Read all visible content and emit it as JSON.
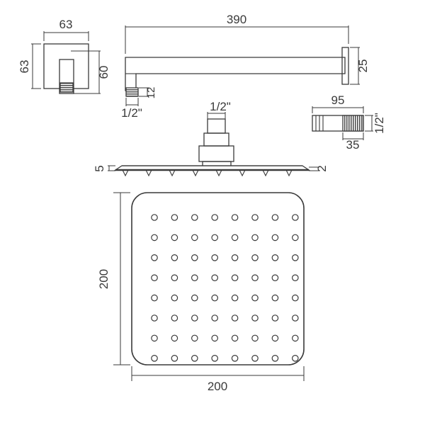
{
  "drawing": {
    "title": "Square Shower Head and Wall Arm Technical Drawing",
    "units": "mm",
    "line_color": "#3a3a3a",
    "thread_color": "#5a5a5a",
    "background": "#ffffff"
  },
  "views": {
    "wall_plate": {
      "name": "wall-plate-side-view",
      "dimensions": {
        "width": "63",
        "height": "63",
        "depth": "60"
      }
    },
    "shower_arm": {
      "name": "shower-arm-side-view",
      "dimensions": {
        "length": "390",
        "flange": "25",
        "drop_leg": "12",
        "thread": "1/2\""
      }
    },
    "connector": {
      "name": "threaded-connector-view",
      "dimensions": {
        "length": "95",
        "thread_length": "35",
        "thread_size": "1/2\""
      }
    },
    "head_side": {
      "name": "shower-head-side-view",
      "dimensions": {
        "inlet_thread": "1/2\"",
        "edge_thickness": "5",
        "plate_thickness": "2"
      }
    },
    "head_face": {
      "name": "shower-head-face-view",
      "dimensions": {
        "height": "200",
        "width": "200"
      },
      "nozzle_grid": {
        "rows": 8,
        "cols": 8
      }
    }
  },
  "labels": {
    "wp_width": "63",
    "wp_height": "63",
    "wp_depth": "60",
    "arm_length": "390",
    "arm_flange": "25",
    "arm_drop": "12",
    "arm_thread": "1/2\"",
    "conn_length": "95",
    "conn_thread_len": "35",
    "conn_thread_size": "1/2\"",
    "head_inlet": "1/2\"",
    "head_edge": "5",
    "head_plate": "2",
    "face_height": "200",
    "face_width": "200"
  }
}
